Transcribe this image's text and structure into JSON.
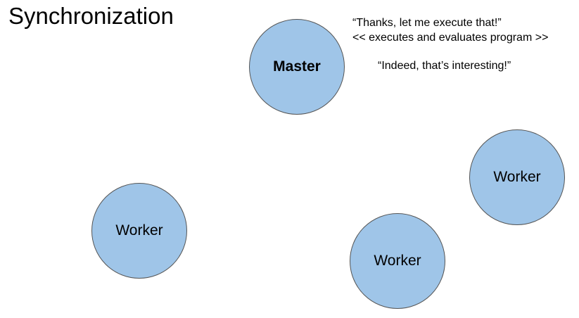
{
  "title": "Synchronization",
  "master": {
    "label": "Master"
  },
  "workers": [
    {
      "label": "Worker"
    },
    {
      "label": "Worker"
    },
    {
      "label": "Worker"
    }
  ],
  "notes": {
    "line1": "“Thanks, let me execute that!”",
    "line2": "<< executes and evaluates program >>",
    "line3": "“Indeed, that’s interesting!”"
  },
  "colors": {
    "node_fill": "#9fc5e8",
    "node_stroke": "#555555",
    "text": "#000000",
    "background": "#ffffff"
  }
}
